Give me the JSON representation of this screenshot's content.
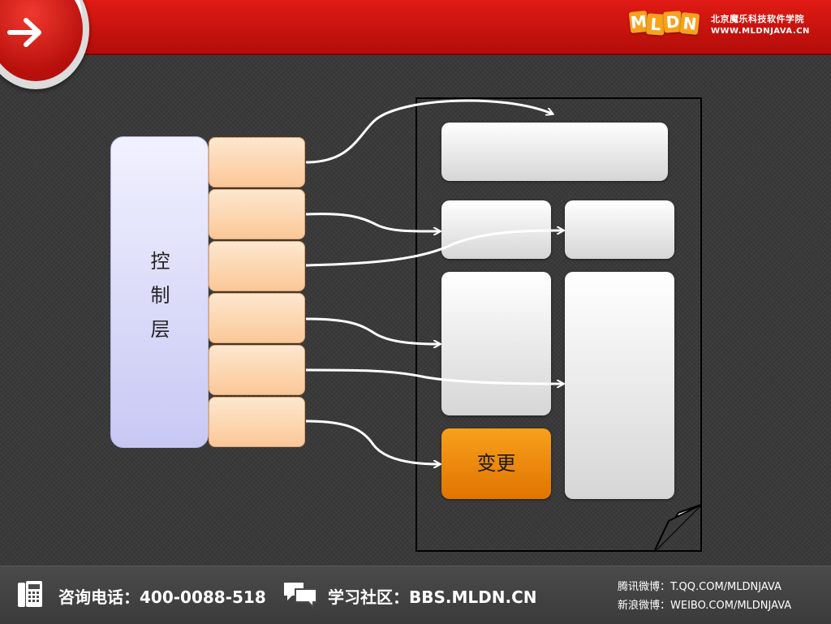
{
  "header": {
    "logo_letters": [
      "M",
      "L",
      "D",
      "N"
    ],
    "title": "北京魔乐科技软件学院",
    "url": "WWW.MLDNJAVA.CN",
    "nav_icon": "arrow-right-icon"
  },
  "diagram": {
    "control_layer_label_chars": [
      "控",
      "制",
      "层"
    ],
    "change_label": "变更",
    "colors": {
      "control_layer": "#d8d8fa",
      "control_cell": "#fcd3a8",
      "view_box": "#f0f0f0",
      "change_box": "#f08a0a",
      "arrow": "#ffffff"
    }
  },
  "footer": {
    "phone_icon": "phone-icon",
    "chat_icon": "chat-bubbles-icon",
    "consult": "咨询电话：400-0088-518",
    "bbs": "学习社区：BBS.MLDN.CN",
    "tencent_weibo": "腾讯微博：T.QQ.COM/MLDNJAVA",
    "sina_weibo": "新浪微博：WEIBO.COM/MLDNJAVA"
  }
}
